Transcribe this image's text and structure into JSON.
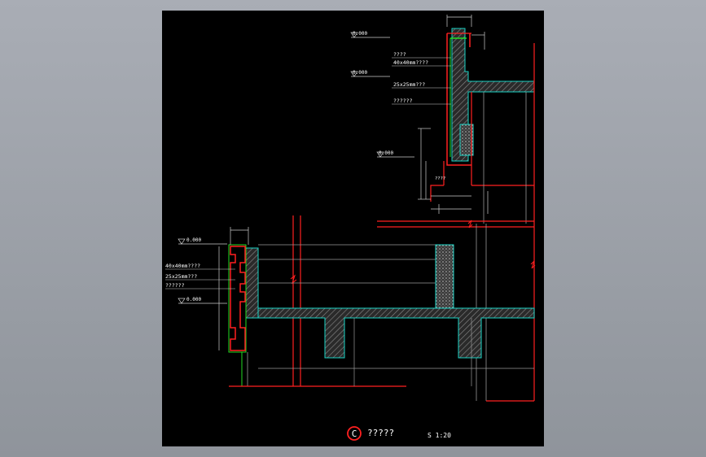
{
  "drawing": {
    "annotations_upper": {
      "level_top": "0.000",
      "level_mid": "0.000",
      "level_low": "0.000",
      "note_1": "????",
      "note_2": "40x40mm????",
      "note_3": "25x25mm???",
      "note_4": "??????",
      "note_bottom": "????"
    },
    "annotations_lower": {
      "level_top": "0.000",
      "note_1": "40x40mm????",
      "note_2": "25x25mm???",
      "note_3": "??????",
      "level_low": "0.000"
    },
    "title_block": {
      "marker": "C",
      "title": "?????",
      "scale": "S 1:20"
    }
  },
  "colors": {
    "background": "#000000",
    "frame": "#9aa0a6",
    "section": "#ff2020",
    "structure": "#19d3c5",
    "finish": "#22dd22",
    "text": "#ffffff",
    "hatch": "#6a6a6a"
  }
}
